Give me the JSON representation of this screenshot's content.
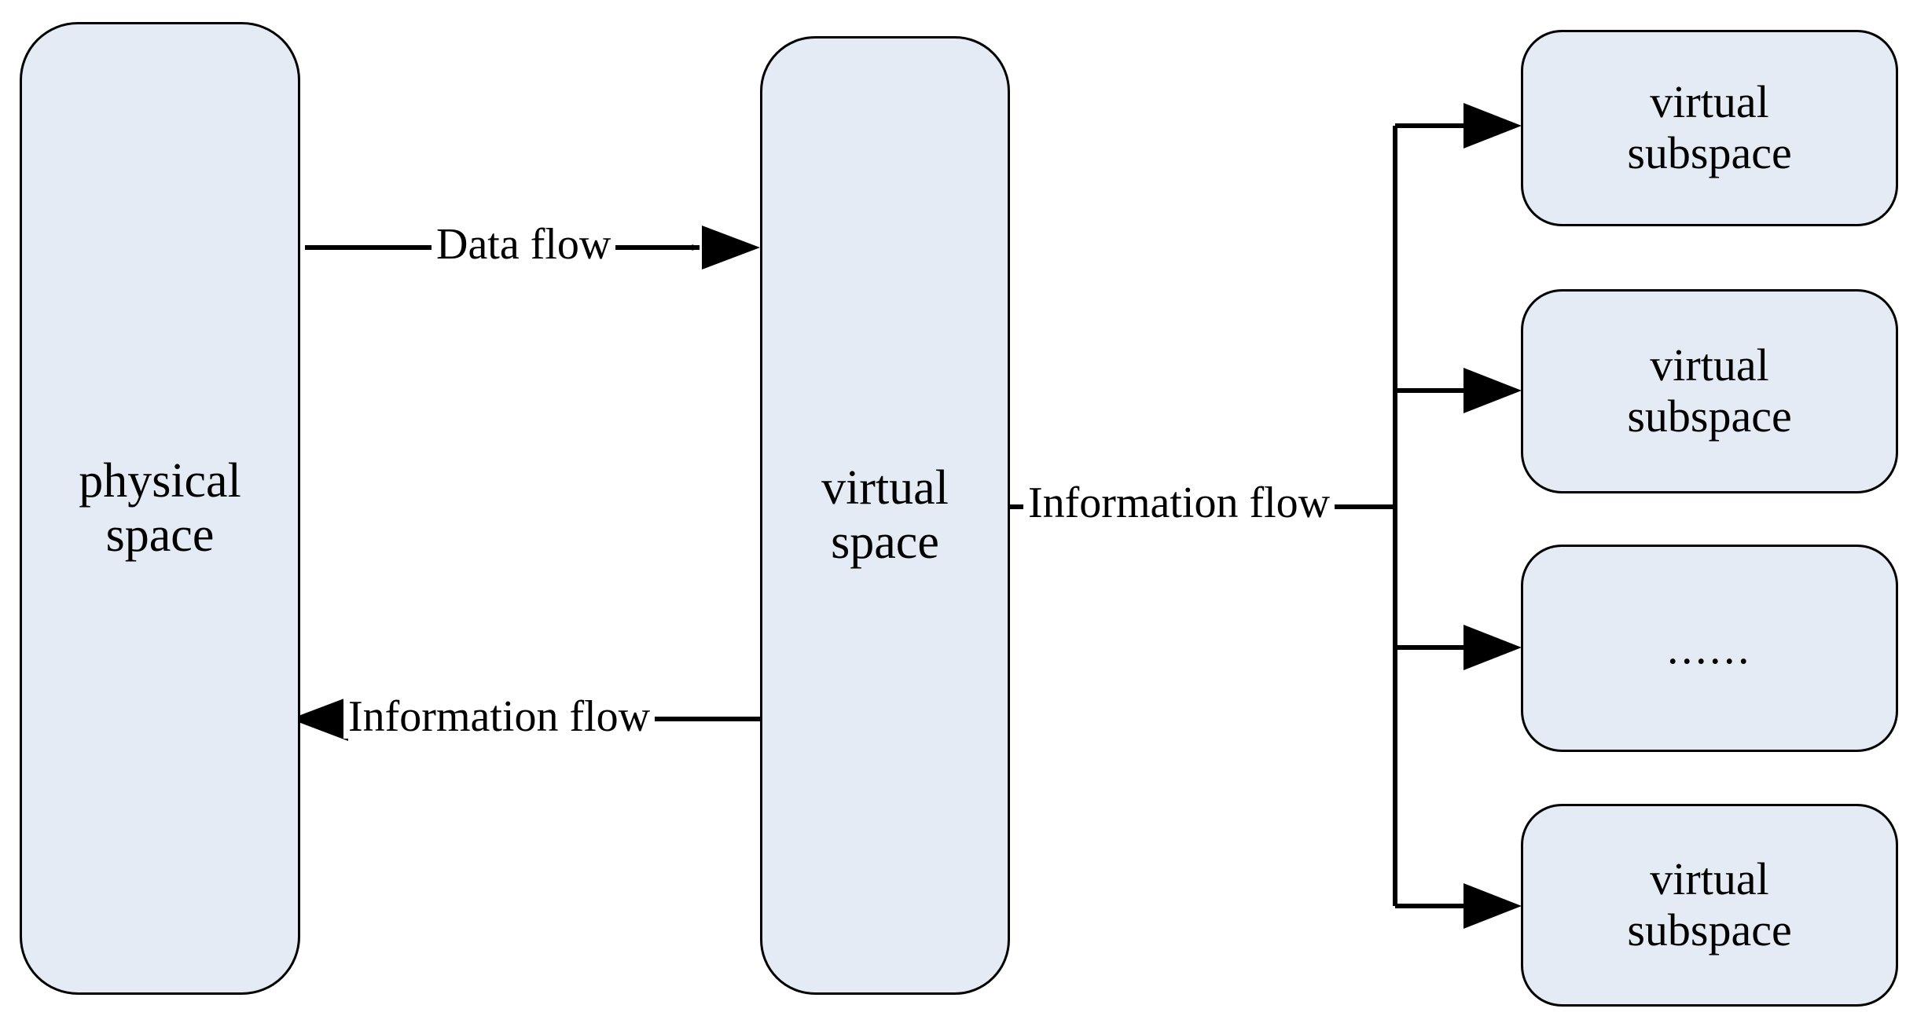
{
  "diagram": {
    "title": "physical space to virtual space information and data flow",
    "background_color": "#ffffff",
    "node_fill_color": "#e4ebf5",
    "node_stroke_color": "#000000",
    "text_color": "#000000",
    "nodes": {
      "physical_space": {
        "label": "physical\nspace"
      },
      "virtual_space": {
        "label": "virtual\nspace"
      },
      "subspace_1": {
        "label": "virtual\nsubspace"
      },
      "subspace_2": {
        "label": "virtual\nsubspace"
      },
      "subspace_3": {
        "label": "......"
      },
      "subspace_4": {
        "label": "virtual\nsubspace"
      }
    },
    "edges": {
      "data_flow": {
        "label": "Data flow",
        "from": "physical_space",
        "to": "virtual_space",
        "direction": "right"
      },
      "information_flow_left": {
        "label": "Information flow",
        "from": "virtual_space",
        "to": "physical_space",
        "direction": "left"
      },
      "information_flow_right": {
        "label": "Information flow",
        "from": "virtual_space",
        "to": "subspaces",
        "direction": "right-branching"
      }
    }
  }
}
